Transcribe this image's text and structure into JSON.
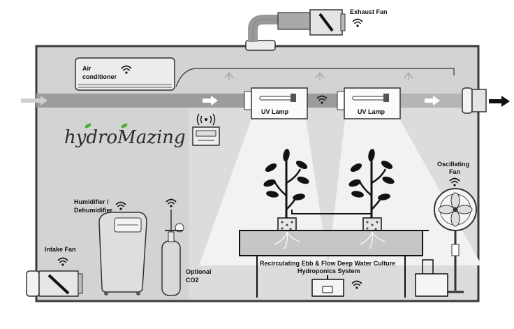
{
  "labels": {
    "exhaust_fan": "Exhaust Fan",
    "air_conditioner_line1": "Air",
    "air_conditioner_line2": "conditioner",
    "uv_lamp_left": "UV Lamp",
    "uv_lamp_right": "UV Lamp",
    "brand": "hydroMazing",
    "oscillating_fan_line1": "Oscillating",
    "oscillating_fan_line2": "Fan",
    "humidifier_line1": "Humidifier  /",
    "humidifier_line2": "Dehumidifier",
    "intake_fan": "Intake Fan",
    "optional_co2_line1": "Optional",
    "optional_co2_line2": "CO2",
    "system_line1": "Recirculating Ebb & Flow Deep Water Culture",
    "system_line2": "Hydroponics System"
  },
  "icons": {
    "wifi": "wifi-icon",
    "arrow": "arrow-right-icon",
    "fan": "fan-icon"
  },
  "colors": {
    "room_fill": "#d3d3d3",
    "room_stroke": "#3a3a3a",
    "duct": "#9c9c9c",
    "light_beam": "#efefef",
    "plant": "#111111",
    "brand_leaf": "#4caf3a"
  }
}
